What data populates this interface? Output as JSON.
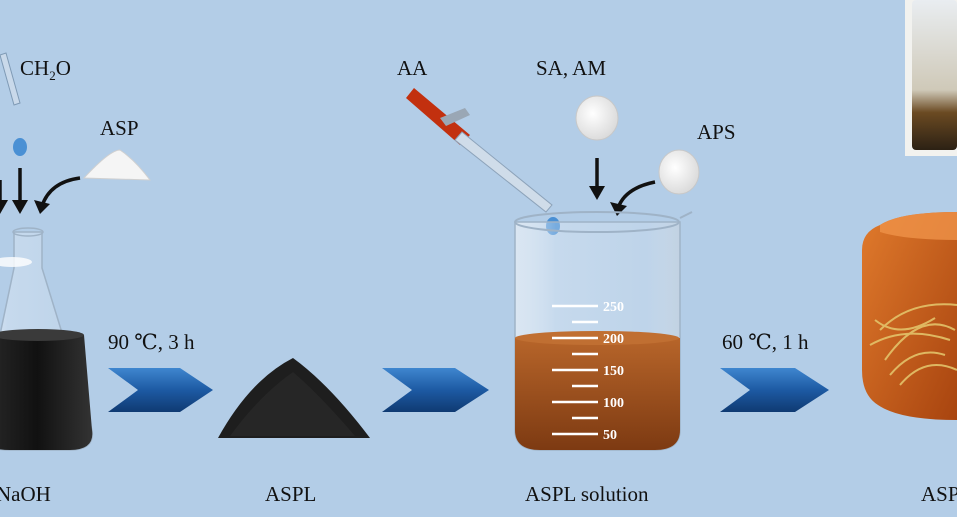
{
  "labels": {
    "ch2o_main": "CH",
    "ch2o_sub": "2",
    "ch2o_tail": "O",
    "asp": "ASP",
    "aa": "AA",
    "sa_am": "SA, AM",
    "aps": "APS",
    "step1_condition": "90 ℃, 3 h",
    "step3_condition": "60 ℃, 1 h",
    "naoh": "NaOH",
    "aspl": "ASPL",
    "aspl_solution": "ASPL solution",
    "final_product": "ASP"
  },
  "beaker_scale": [
    "250",
    "200",
    "150",
    "100",
    "50"
  ],
  "colors": {
    "background": "#b3cde7",
    "arrow_blue": "#1d5aa3",
    "solution_orange": "#a4521e",
    "hydrogel_orange": "#c2561a",
    "powder_black": "#1e1e1e"
  }
}
